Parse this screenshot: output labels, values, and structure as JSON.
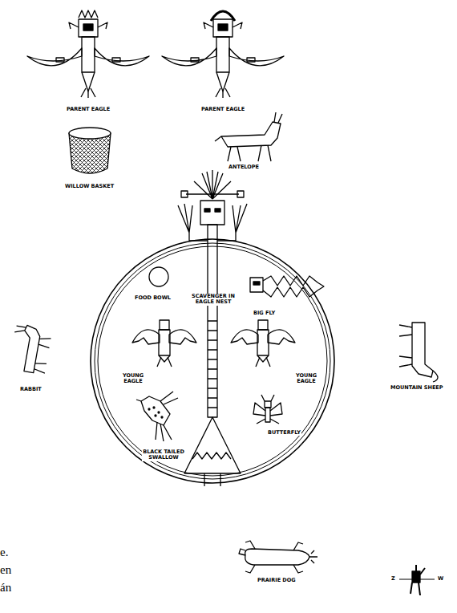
{
  "diagram": {
    "labels": [
      "PARENT EAGLE",
      "PARENT EAGLE",
      "WILLOW BASKET",
      "ANTELOPE",
      "FOOD BOWL",
      "SCAVENGER IN EAGLE NEST",
      "BIG FLY",
      "YOUNG EAGLE",
      "YOUNG EAGLE",
      "BLACK TAILED SWALLOW",
      "BUTTERFLY",
      "RABBIT",
      "MOUNTAIN SHEEP",
      "PRAIRIE DOG",
      "Z",
      "W",
      "e.",
      "en",
      "án"
    ]
  }
}
